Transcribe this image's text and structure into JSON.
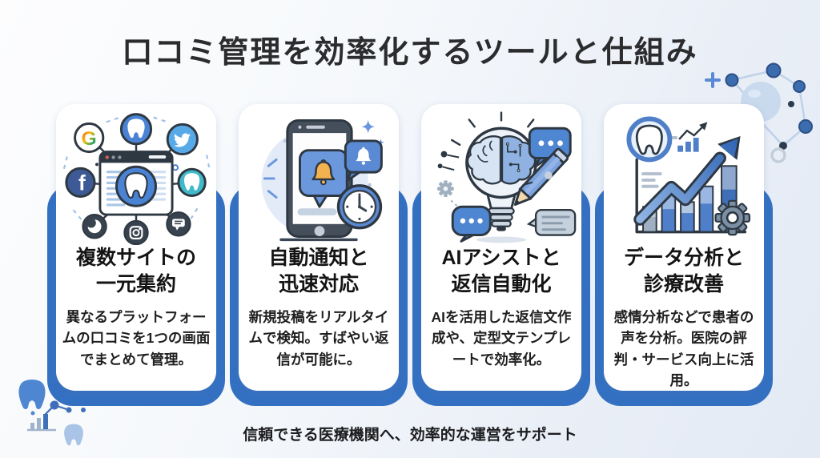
{
  "title": "口コミ管理を効率化するツールと仕組み",
  "cards": [
    {
      "icon": "multi-site-network-icon",
      "heading_line1": "複数サイトの",
      "heading_line2": "一元集約",
      "body": "異なるプラットフォームの口コミを1つの画面でまとめて管理。"
    },
    {
      "icon": "phone-notification-icon",
      "heading_line1": "自動通知と",
      "heading_line2": "迅速対応",
      "body": "新規投稿をリアルタイムで検知。すばやい返信が可能に。"
    },
    {
      "icon": "ai-lightbulb-icon",
      "heading_line1": "AIアシストと",
      "heading_line2": "返信自動化",
      "body": "AIを活用した返信文作成や、定型文テンプレートで効率化。"
    },
    {
      "icon": "analytics-growth-icon",
      "heading_line1": "データ分析と",
      "heading_line2": "診療改善",
      "body": "感情分析などで患者の声を分析。医院の評判・サービス向上に活用。"
    }
  ],
  "footer": {
    "tagline": "信頼できる医療機関へ、効率的な運営をサポート"
  },
  "icon_glyphs": {
    "google_letter": "G",
    "facebook_letter": "f"
  },
  "colors": {
    "card_accent": "#3470c2",
    "icon_blue": "#4a82d4",
    "bell_yellow": "#f2b24f",
    "teal": "#41b9c9",
    "dark_outline": "#2e3842"
  }
}
